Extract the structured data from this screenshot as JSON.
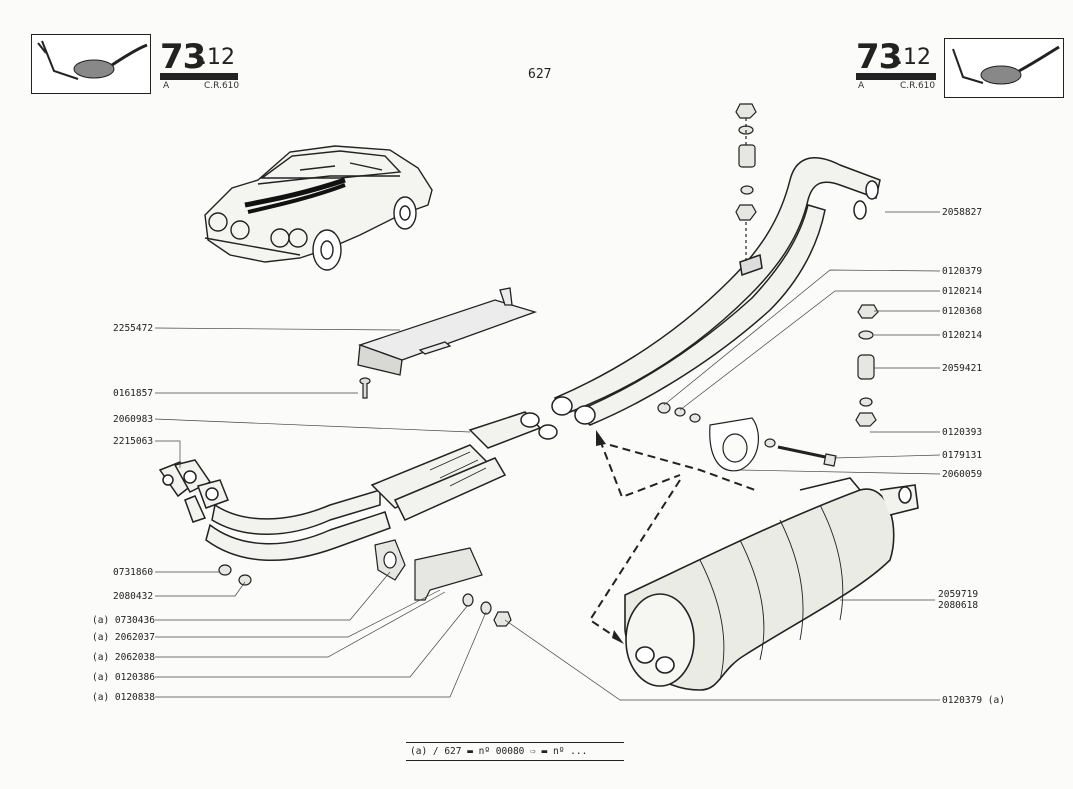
{
  "header": {
    "page_number": "627",
    "left": {
      "group": "73",
      "subgroup": ".12",
      "letter": "A",
      "ref": "C.R.610"
    },
    "right": {
      "group": "73",
      "subgroup": ".12",
      "letter": "A",
      "ref": "C.R.610"
    }
  },
  "labels": {
    "l2255472": "2255472",
    "l0161857": "0161857",
    "l2060983": "2060983",
    "l2215063": "2215063",
    "l0731860": "0731860",
    "l2080432": "2080432",
    "l0730436": "(a) 0730436",
    "l2062037": "(a) 2062037",
    "l2062038": "(a) 2062038",
    "l0120386": "(a) 0120386",
    "l0120838": "(a) 0120838",
    "r2058827": "2058827",
    "r0120379": "0120379",
    "r0120214a": "0120214",
    "r0120368": "0120368",
    "r0120214b": "0120214",
    "r2059421": "2059421",
    "r0120393": "0120393",
    "r0179131": "0179131",
    "r2060059": "2060059",
    "r2059719": "2059719",
    "r2080618": "2080618",
    "r0120379a": "0120379 (a)"
  },
  "footer": {
    "text": "(a) / 627 ▬ nº 00080 ⇨ ▬ nº ..."
  }
}
